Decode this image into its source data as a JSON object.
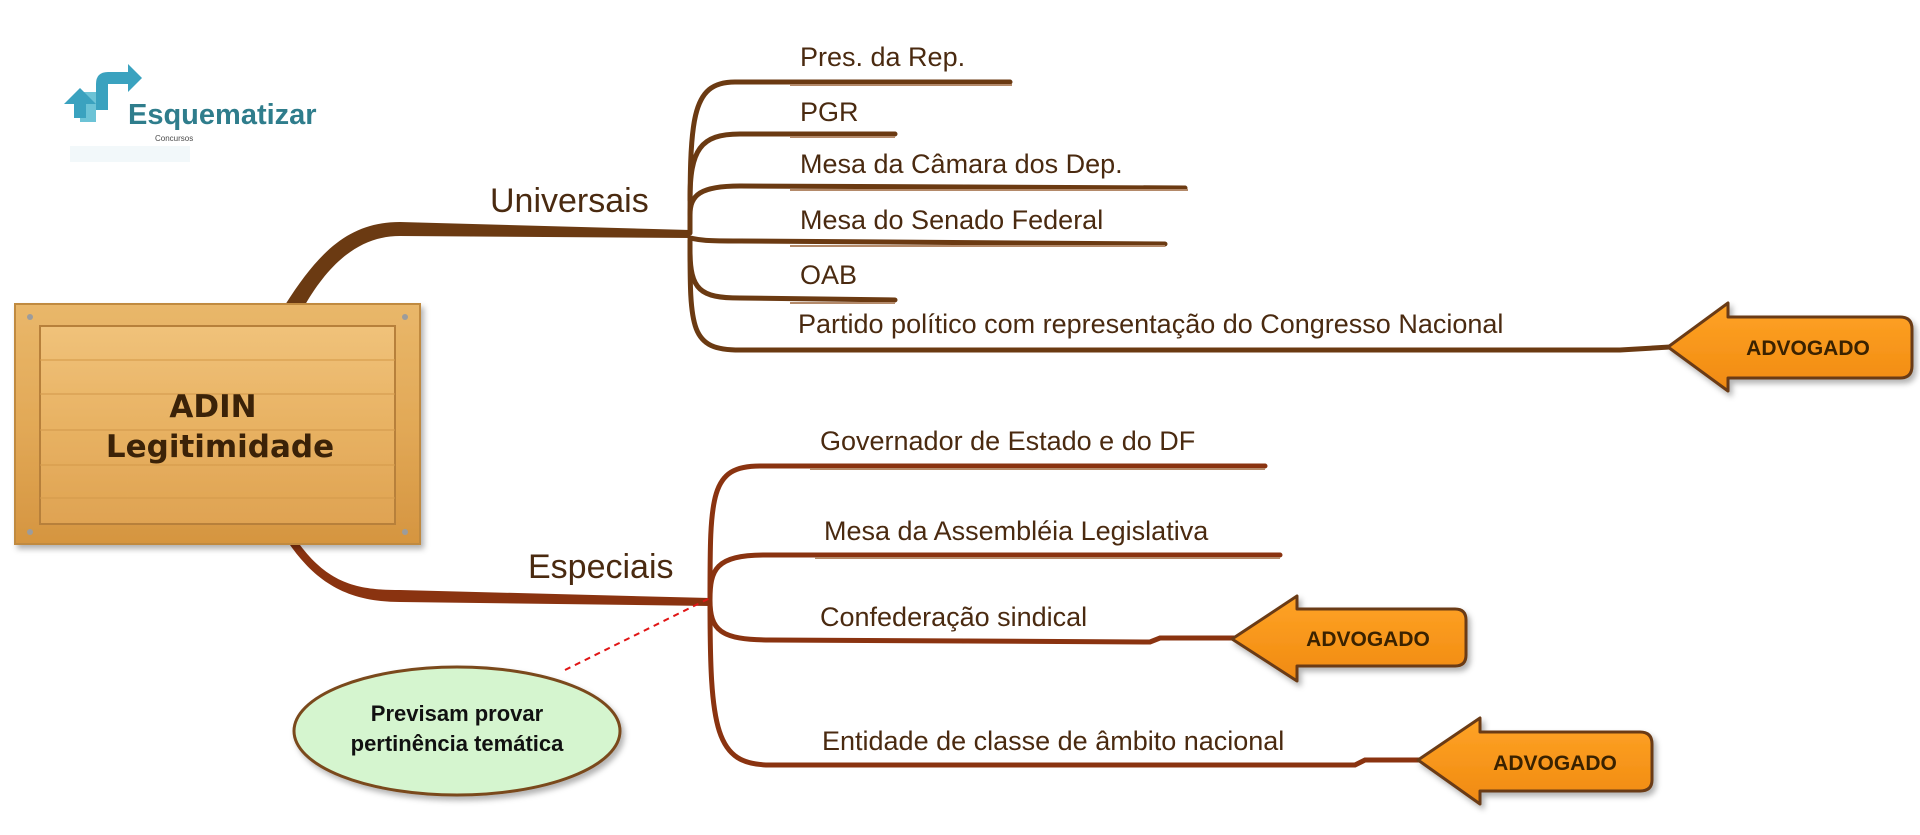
{
  "logo": {
    "name": "Esquematizar",
    "sub": "Concursos"
  },
  "root": {
    "line1": "ADIN",
    "line2": "Legitimidade"
  },
  "universais": {
    "label": "Universais",
    "items": [
      "Pres. da Rep.",
      "PGR",
      "Mesa da Câmara dos Dep.",
      "Mesa do Senado Federal",
      "OAB",
      "Partido político com representação do Congresso Nacional"
    ]
  },
  "especiais": {
    "label": "Especiais",
    "items": [
      "Governador de Estado e do DF",
      "Mesa da Assembléia Legislativa",
      "Confederação sindical",
      "Entidade de classe de âmbito nacional"
    ]
  },
  "callouts": [
    "ADVOGADO",
    "ADVOGADO",
    "ADVOGADO"
  ],
  "note": {
    "line1": "Previsam provar",
    "line2": "pertinência temática"
  },
  "colors": {
    "branch_universal": "#6b3a12",
    "branch_especial": "#8a3310",
    "arrow_fill": "#f7941d",
    "arrow_stroke": "#6b3a12",
    "note_fill": "#d5f5cf",
    "wood_light": "#e8b565",
    "wood_dark": "#c98a3a"
  }
}
